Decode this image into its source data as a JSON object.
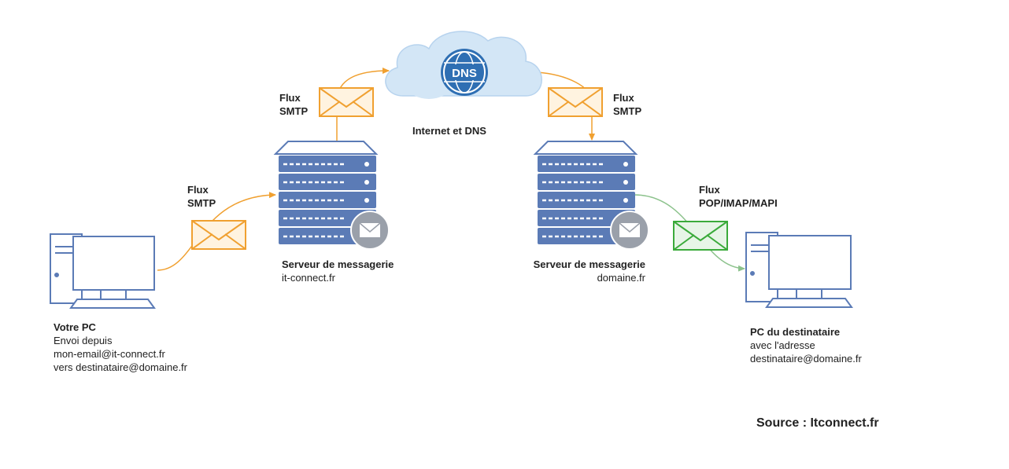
{
  "colors": {
    "smtp": "#f0a030",
    "pop": "#3aaa3a",
    "device": "#5b7bb6",
    "device_fill": "#ffffff",
    "cloud": "#cfe4f5",
    "dns": "#2f6fb3"
  },
  "icons": {
    "pc": "desktop-computer-icon",
    "server": "server-icon",
    "envelope": "envelope-icon",
    "cloud": "cloud-icon",
    "dns": "dns-globe-icon"
  },
  "flux": {
    "smtp1": [
      "Flux",
      "SMTP"
    ],
    "smtp2": [
      "Flux",
      "SMTP"
    ],
    "smtp3": [
      "Flux",
      "SMTP"
    ],
    "pop": [
      "Flux",
      "POP/IMAP/MAPI"
    ]
  },
  "dns_badge": "DNS",
  "internet_label": "Internet et DNS",
  "sender": {
    "title": "Votre PC",
    "lines": [
      "Envoi depuis",
      "mon-email@it-connect.fr",
      "vers destinataire@domaine.fr"
    ]
  },
  "server1": {
    "title": "Serveur de messagerie",
    "domain": "it-connect.fr"
  },
  "server2": {
    "title": "Serveur de messagerie",
    "domain": "domaine.fr"
  },
  "recipient": {
    "title": "PC du destinataire",
    "lines": [
      "avec l'adresse",
      "destinataire@domaine.fr"
    ]
  },
  "source": "Source : Itconnect.fr"
}
